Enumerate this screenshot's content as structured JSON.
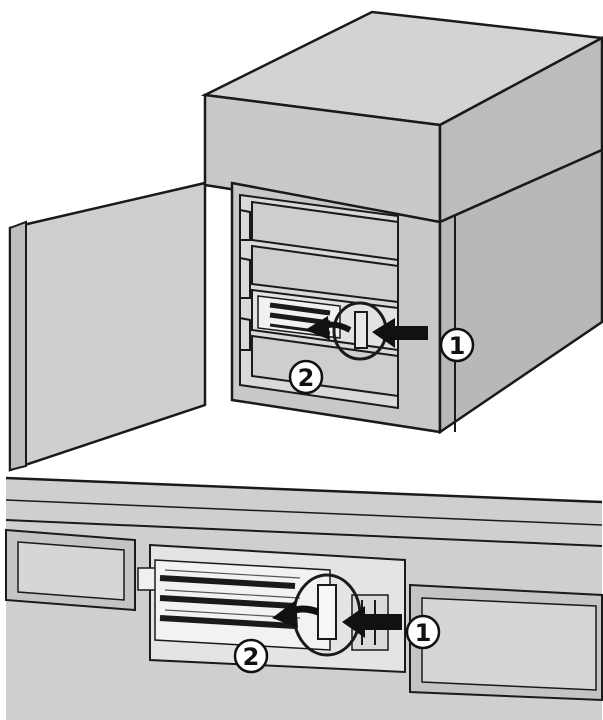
{
  "top_view": {
    "callouts": [
      {
        "label": "1"
      },
      {
        "label": "2"
      }
    ]
  },
  "detail_view": {
    "callouts": [
      {
        "label": "1"
      },
      {
        "label": "2"
      }
    ]
  },
  "colors": {
    "fill": "#cfcfcf",
    "shade": "#bdbdbd",
    "dark": "#b0b0b0",
    "stroke": "#1a1a1a",
    "arrow": "#111111",
    "paper": "#ffffff"
  }
}
